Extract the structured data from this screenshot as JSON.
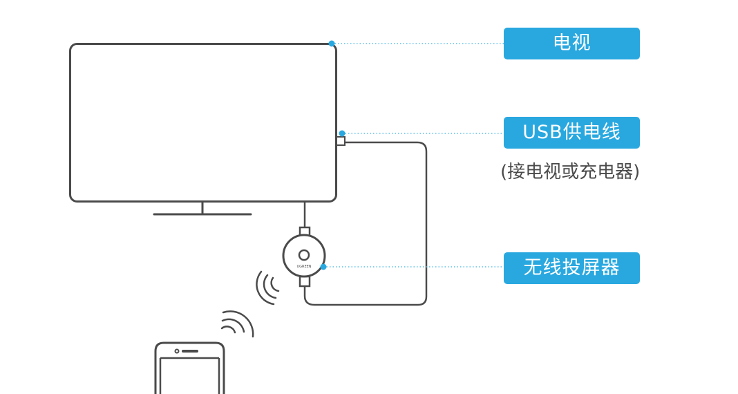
{
  "labels": {
    "tv": "电视",
    "usb_cable": "USB供电线",
    "usb_note": "(接电视或充电器)",
    "adapter": "无线投屏器"
  },
  "device_brand": "UGREEN",
  "colors": {
    "accent": "#29a8e0",
    "stroke": "#4a4a4a",
    "leader": "#5bbfe6",
    "label_text": "#ffffff"
  }
}
